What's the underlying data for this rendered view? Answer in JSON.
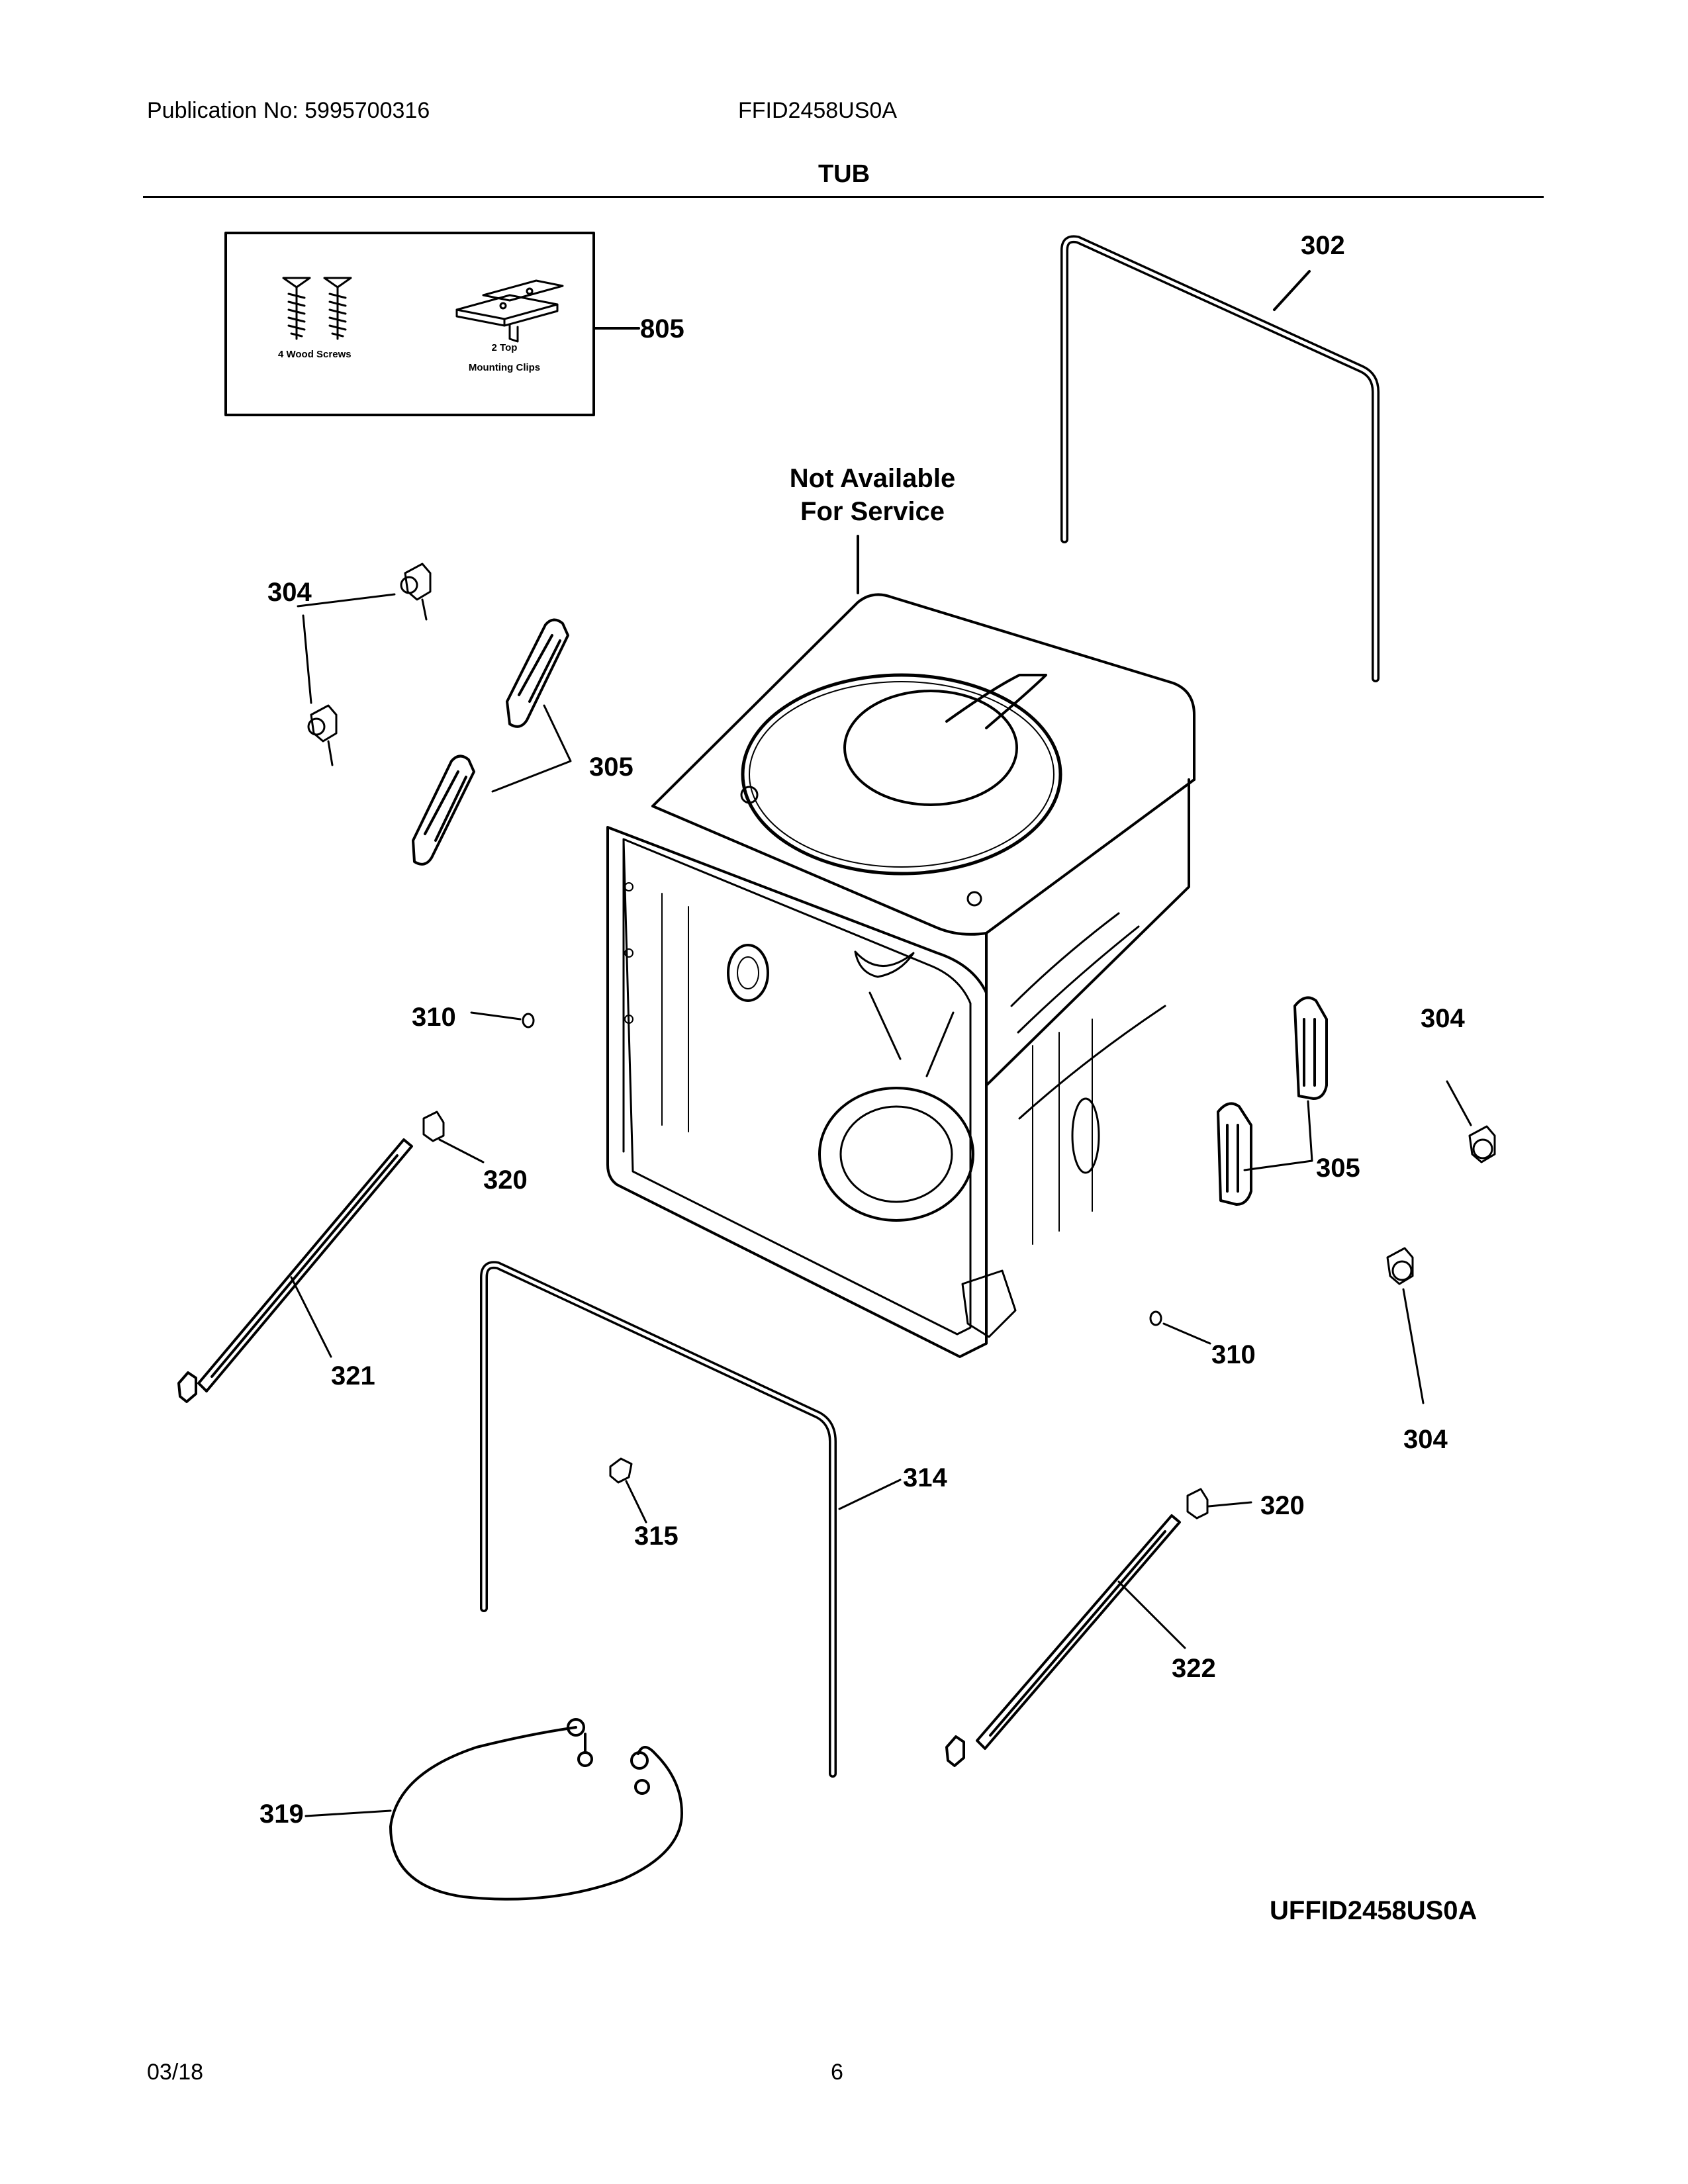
{
  "header": {
    "publication": "Publication No: 5995700316",
    "model": "FFID2458US0A",
    "section_title": "TUB"
  },
  "kit": {
    "callout": "805",
    "screws_label": "4 Wood Screws",
    "clips_label_line1": "2 Top",
    "clips_label_line2": "Mounting Clips"
  },
  "note": {
    "line1": "Not Available",
    "line2": "For Service"
  },
  "callouts": {
    "c302": "302",
    "c304a": "304",
    "c304b": "304",
    "c304c": "304",
    "c305a": "305",
    "c305b": "305",
    "c310a": "310",
    "c310b": "310",
    "c314": "314",
    "c315": "315",
    "c319": "319",
    "c320a": "320",
    "c320b": "320",
    "c321": "321",
    "c322": "322"
  },
  "drawing_id": "UFFID2458US0A",
  "footer": {
    "date": "03/18",
    "page": "6"
  }
}
